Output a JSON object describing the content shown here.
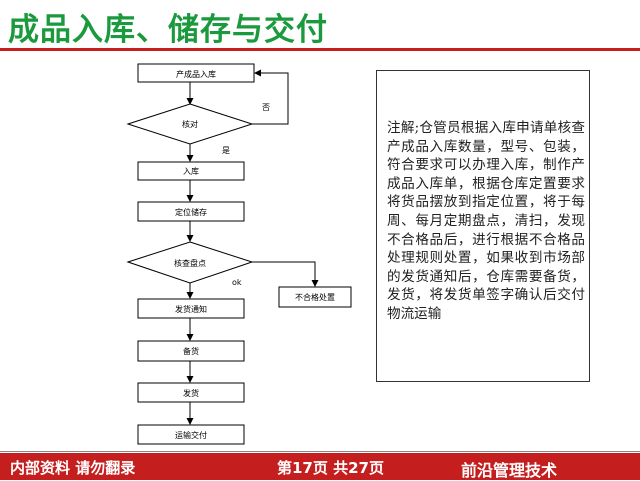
{
  "title": "成品入库、储存与交付",
  "flow": {
    "step_receive": "产成品入库",
    "decision_check": "核对",
    "label_no": "否",
    "label_yes": "是",
    "step_stock_in": "入库",
    "step_locate": "定位储存",
    "decision_inventory": "核查盘点",
    "label_ok": "ok",
    "step_nonconforming": "不合格处置",
    "step_ship_notice": "发货通知",
    "step_prepare": "备货",
    "step_ship": "发货",
    "step_deliver": "运输交付"
  },
  "note": "注解;仓管员根据入库申请单核查产成品入库数量，型号、包装，符合要求可以办理入库，制作产成品入库单，根据仓库定置要求将货品摆放到指定位置，将于每周、每月定期盘点，清扫，发现不合格品后，进行根据不合格品处理规则处置，如果收到市场部的发货通知后，仓库需要备货，发货，将发货单签字确认后交付物流运输",
  "footer": {
    "left": "内部资料 请勿翻录",
    "page": "第17页  共27页",
    "right": "前沿管理技术"
  },
  "colors": {
    "title": "#1a9a3c",
    "footer_bg": "#c41e1e"
  }
}
